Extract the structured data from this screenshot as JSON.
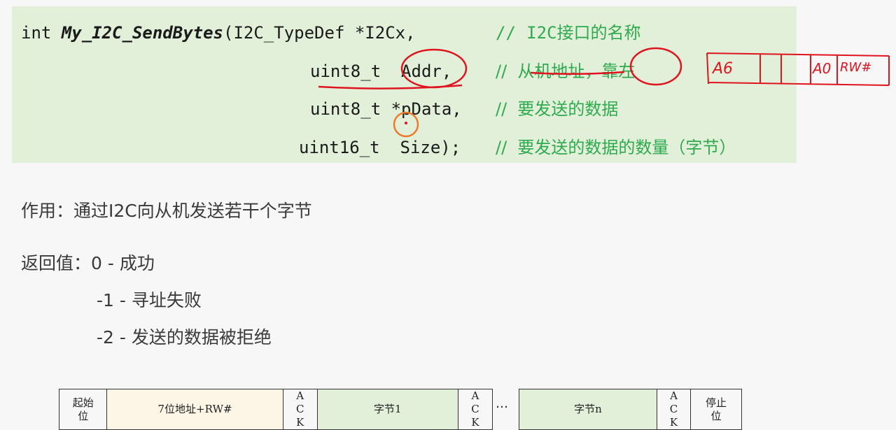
{
  "code": {
    "line1": {
      "kw": "int",
      "fn": "My_I2C_SendBytes",
      "params": "(I2C_TypeDef *I2Cx,",
      "comment_mark": "//",
      "comment_latin": "I2C",
      "comment_cn": "接口的名称"
    },
    "line2": {
      "code": "uint8_t  Addr,",
      "comment": "//  从机地址，靠左"
    },
    "line3": {
      "code": "uint8_t *pData,",
      "comment": "//  要发送的数据"
    },
    "line4": {
      "code": "uint16_t  Size);",
      "comment": "//  要发送的数据的数量（字节）"
    }
  },
  "annotation": {
    "a6": "A6",
    "a0": "A0",
    "rw": "RW#"
  },
  "description": {
    "purpose": "作用：通过I2C向从机发送若干个字节",
    "return_label": "返回值：0 - 成功",
    "ret_neg1": "-1 - 寻址失败",
    "ret_neg2": "-2 - 发送的数据被拒绝"
  },
  "frame": {
    "start": "起始位",
    "address": "7位地址+RW#",
    "ack": "ACK",
    "byte1": "字节1",
    "ellipsis": "…",
    "byten": "字节n",
    "stop": "停止位"
  },
  "colors": {
    "code_bg": "#e2f0d9",
    "comment": "#2eaa4f",
    "ink_red": "#e0141e",
    "ink_orange": "#f07a2a",
    "addr_cell": "#fdf5e6",
    "byte_cell": "#e2f0d9"
  }
}
